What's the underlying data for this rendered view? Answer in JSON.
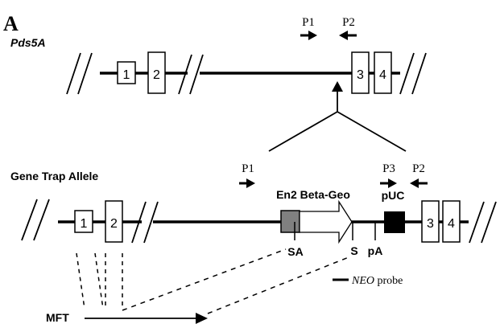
{
  "panel_label": "A",
  "wildtype": {
    "title": "Pds5A",
    "exons": [
      "1",
      "2",
      "3",
      "4"
    ],
    "primers": [
      {
        "name": "P1",
        "direction": "forward"
      },
      {
        "name": "P2",
        "direction": "reverse"
      }
    ]
  },
  "gene_trap": {
    "title": "Gene Trap Allele",
    "exons": [
      "1",
      "2",
      "3",
      "4"
    ],
    "cassette_label": "En2 Beta-Geo",
    "puc_label": "pUC",
    "sa_label": "SA",
    "s_label": "S",
    "pa_label": "pA",
    "primers": [
      {
        "name": "P1",
        "direction": "forward"
      },
      {
        "name": "P3",
        "direction": "forward"
      },
      {
        "name": "P2",
        "direction": "reverse"
      }
    ]
  },
  "probe_legend": {
    "italic": "NEO",
    "text": " probe"
  },
  "mft_label": "MFT",
  "colors": {
    "line": "#000000",
    "sa_box": "#808080",
    "puc_box": "#000000",
    "background": "#ffffff"
  }
}
